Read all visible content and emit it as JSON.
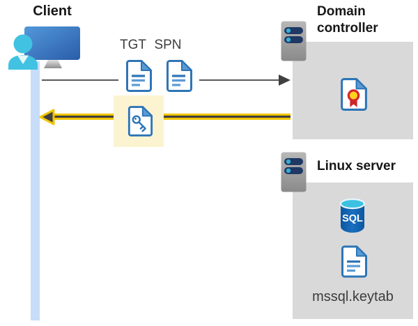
{
  "client": {
    "label": "Client"
  },
  "tickets": {
    "tgt_label": "TGT",
    "spn_label": "SPN"
  },
  "domain_controller": {
    "label": "Domain controller"
  },
  "linux_server": {
    "label": "Linux server",
    "sql_icon_label": "SQL",
    "keytab_label": "mssql.keytab"
  },
  "colors": {
    "accent_yellow": "#F0C400",
    "highlight_yellow": "#FCF4D1",
    "panel_gray": "#D9D9D9",
    "document_blue": "#2E75B6",
    "document_blue_light": "#5B9BD5",
    "client_cyan": "#41C2E2",
    "timeline_blue": "#C7DDF9",
    "arrow_gray": "#595959",
    "server_navy": "#1F3864",
    "sql_blue": "#1464B0",
    "certificate_red": "#D7262C",
    "certificate_yellow": "#FFD21E"
  }
}
